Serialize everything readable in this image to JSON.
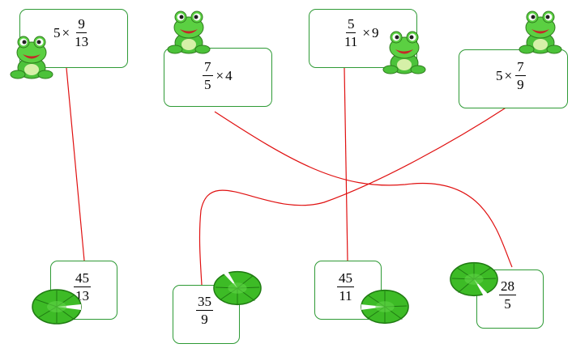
{
  "questions": [
    {
      "whole": "5",
      "operator": "×",
      "fraction": {
        "numerator": "9",
        "denominator": "13"
      }
    },
    {
      "fraction": {
        "numerator": "7",
        "denominator": "5"
      },
      "operator": "×",
      "whole": "4"
    },
    {
      "fraction": {
        "numerator": "5",
        "denominator": "11"
      },
      "operator": "×",
      "whole": "9"
    },
    {
      "whole": "5",
      "operator": "×",
      "fraction": {
        "numerator": "7",
        "denominator": "9"
      }
    }
  ],
  "answers": [
    {
      "numerator": "45",
      "denominator": "13"
    },
    {
      "numerator": "35",
      "denominator": "9"
    },
    {
      "numerator": "45",
      "denominator": "11"
    },
    {
      "numerator": "28",
      "denominator": "5"
    }
  ],
  "colors": {
    "box_border": "#2e9a35",
    "line": "#e01010",
    "frog": "#4cc23a",
    "lily_pad": "#3dbb26"
  }
}
